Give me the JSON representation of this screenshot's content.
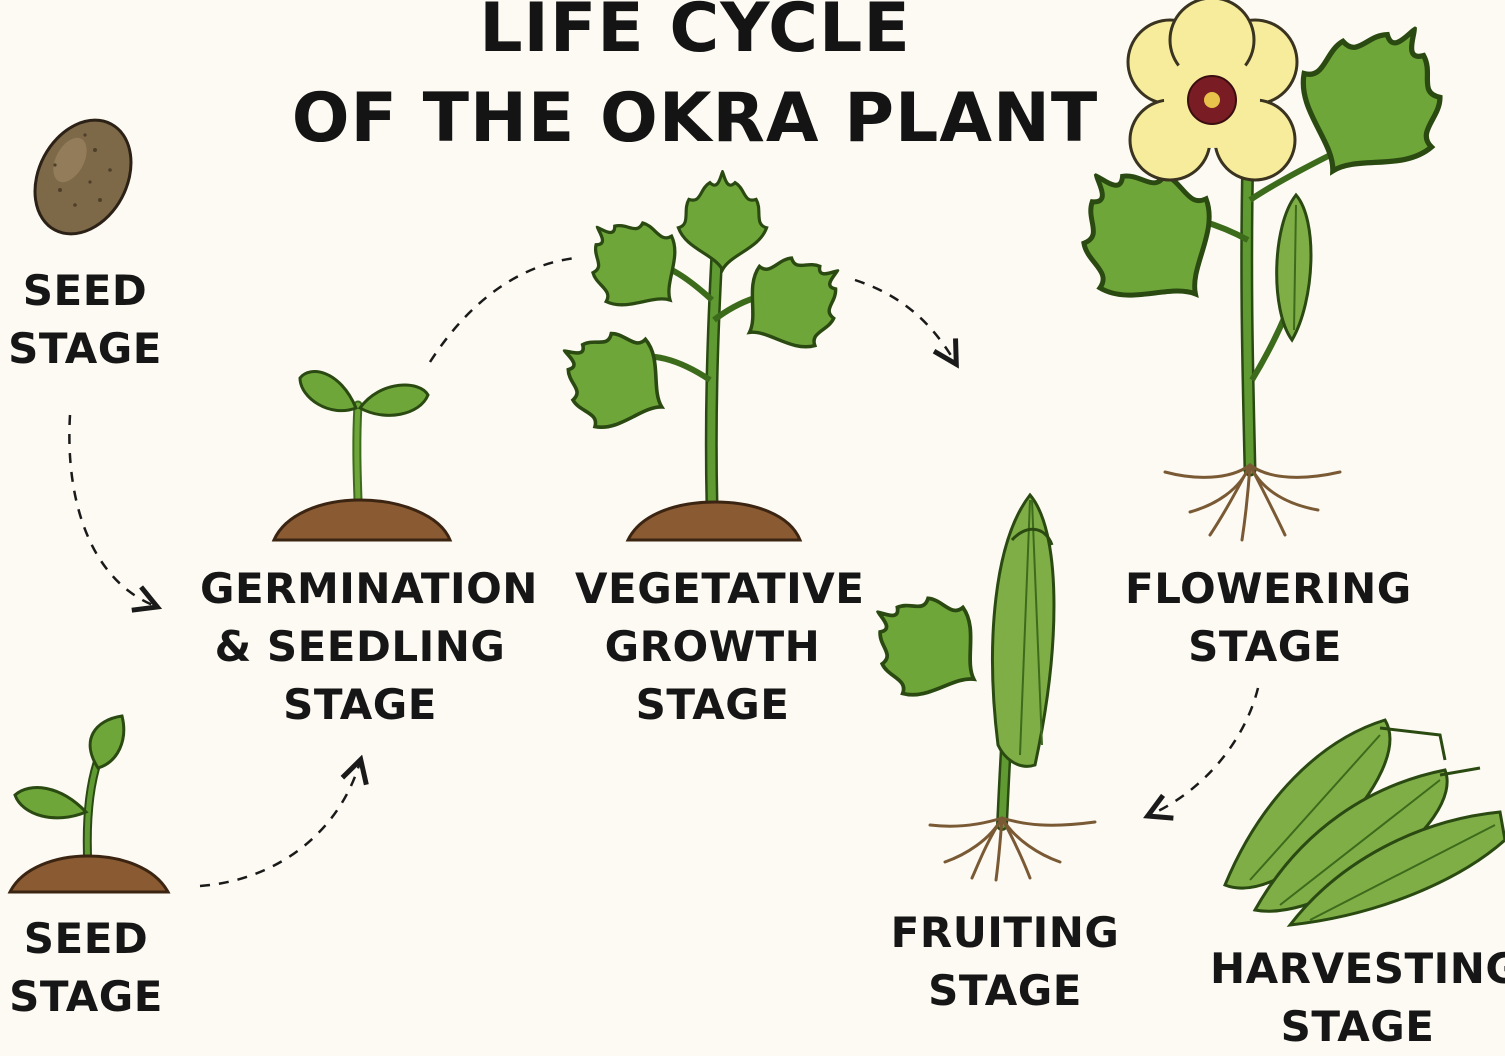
{
  "title": {
    "line1": "LIFE CYCLE",
    "line2": "OF THE OKRA PLANT"
  },
  "stages": {
    "seed_top": {
      "line1": "SEED",
      "line2": "STAGE"
    },
    "seed_bottom": {
      "line1": "SEED",
      "line2": "STAGE"
    },
    "germination": {
      "line1": "GERMINATION",
      "line2": "& SEEDLING",
      "line3": "STAGE"
    },
    "vegetative": {
      "line1": "VEGETATIVE",
      "line2": "GROWTH",
      "line3": "STAGE"
    },
    "flowering": {
      "line1": "FLOWERING",
      "line2": "STAGE"
    },
    "fruiting": {
      "line1": "FRUITING",
      "line2": "STAGE"
    },
    "harvesting": {
      "line1": "HARVESTING",
      "line2": "STAGE"
    }
  },
  "colors": {
    "background": "#fdfaf3",
    "leaf": "#6fa63a",
    "leaf_dark": "#3d6b1c",
    "stem": "#5f9a33",
    "soil": "#8a5a32",
    "seed": "#7d6848",
    "petal": "#f6ec9c",
    "flower_center": "#7a1c24",
    "pod": "#7fae47",
    "root": "#7a5a35"
  }
}
